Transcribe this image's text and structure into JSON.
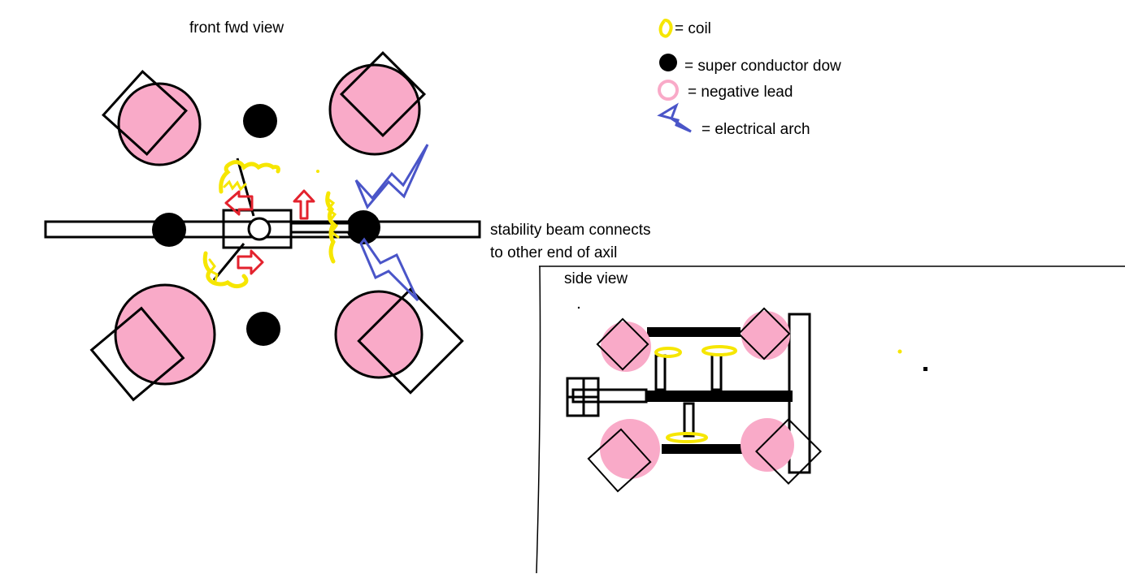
{
  "labels": {
    "front_title": "front fwd view",
    "side_title": "side view",
    "beam_note_line1": "stability beam connects",
    "beam_note_line2": "to other end of axil"
  },
  "legend": [
    {
      "icon": "coil-icon",
      "text": "= coil"
    },
    {
      "icon": "superconductor-dot-icon",
      "text": "= super conductor dow"
    },
    {
      "icon": "negative-lead-icon",
      "text": "= negative lead"
    },
    {
      "icon": "electrical-arch-icon",
      "text": "= electrical arch"
    }
  ],
  "colors": {
    "pink": "#f9aac8",
    "coil": "#f6e600",
    "arrow": "#e3222d",
    "arch": "#4a55c8",
    "ink": "#000000"
  }
}
